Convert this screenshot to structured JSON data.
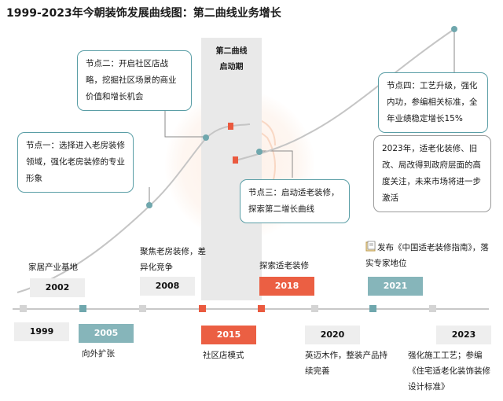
{
  "title": "1999-2023年今朝装饰发展曲线图：第二曲线业务增长",
  "band_label": "第二曲线\n启动期",
  "icons": {
    "watermark": "face-sketch-watermark",
    "publication": "book-icon"
  },
  "colors": {
    "teal": "#6fa7ad",
    "red": "#ea5a3f",
    "gray": "#d4d4d4",
    "curve": "#c5c5c5"
  },
  "callouts": {
    "node1": "节点一：选择进入老房装修领域，强化老房装修的专业形象",
    "node2": "节点二：开启社区店战略，挖掘社区场景的商业价值和增长机会",
    "node3": "节点三：启动适老装修，探索第二增长曲线",
    "node4": "节点四：工艺升级，强化内功，参编相关标准，全年业绩稳定增长15%",
    "note2023": "2023年，适老化装修、旧改、局改得到政府层面的高度关注，未来市场将进一步激活"
  },
  "timeline": {
    "upper": [
      {
        "year": "2002",
        "event": "家居产业基地"
      },
      {
        "year": "2008",
        "event": "聚焦老房装修，差异化竞争"
      },
      {
        "year": "2018",
        "event": "探索适老装修"
      },
      {
        "year": "2021",
        "event": "发布《中国适老装修指南》，落实专家地位"
      }
    ],
    "lower": [
      {
        "year": "1999",
        "event": ""
      },
      {
        "year": "2005",
        "event": "向外扩张"
      },
      {
        "year": "2015",
        "event": "社区店模式"
      },
      {
        "year": "2020",
        "event": "英迈木作，整装产品持续完善"
      },
      {
        "year": "2023",
        "event": "强化施工工艺；参编《住宅适老化装饰装修设计标准》"
      }
    ]
  }
}
